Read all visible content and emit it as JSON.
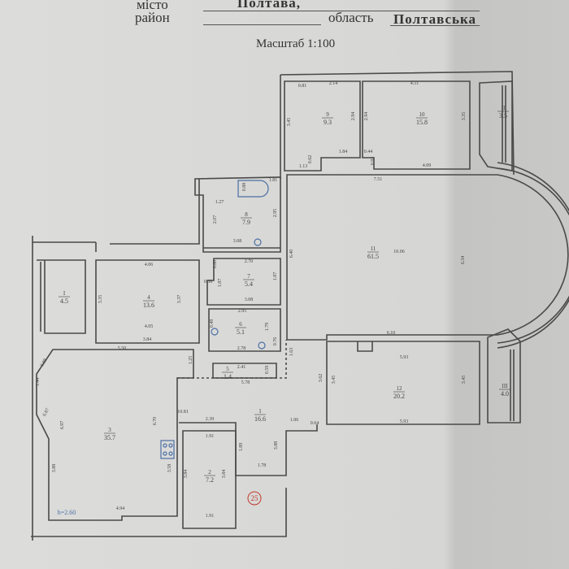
{
  "header": {
    "city_label": "місто",
    "city_value": "Полтава,",
    "district_label": "район",
    "district_value": "",
    "region_label": "область",
    "region_value": "Полтавська",
    "scale": "Масштаб 1:100"
  },
  "rooms": [
    {
      "num": "9",
      "area": "9.3"
    },
    {
      "num": "10",
      "area": "15.8"
    },
    {
      "num": "II",
      "area": "3.5"
    },
    {
      "num": "8",
      "area": "7.9"
    },
    {
      "num": "7",
      "area": "5.4"
    },
    {
      "num": "6",
      "area": "5.1"
    },
    {
      "num": "5",
      "area": "1.4"
    },
    {
      "num": "4",
      "area": "13.6"
    },
    {
      "num": "I",
      "area": "4.5"
    },
    {
      "num": "3",
      "area": "35.7"
    },
    {
      "num": "2",
      "area": "7.2"
    },
    {
      "num": "1",
      "area": "16.6"
    },
    {
      "num": "11",
      "area": "61.5"
    },
    {
      "num": "12",
      "area": "20.2"
    },
    {
      "num": "III",
      "area": "4.0"
    }
  ],
  "dimensions": [
    "0.81",
    "2.14",
    "4.51",
    "3.45",
    "2.94",
    "2.94",
    "3.35",
    "1.84",
    "0.44",
    "0.62",
    "1.13",
    "0.93",
    "4.09",
    "7.51",
    "0.88",
    "1.81",
    "1.27",
    "2.07",
    "2.95",
    "3.08",
    "6.40",
    "0.80",
    "2.70",
    "1.87",
    "0.38",
    "1.87",
    "3.08",
    "2.95",
    "1.79",
    "0.49",
    "0.76",
    "2.78",
    "1.63",
    "2.41",
    "0.59",
    "1.25",
    "5.78",
    "4.06",
    "3.35",
    "3.37",
    "4.05",
    "3.84",
    "5.50",
    "0.88",
    "1.44",
    "6.87",
    "6.97",
    "6.70",
    "10.81",
    "3.88",
    "3.58",
    "4.94",
    "h=2.60",
    "2.39",
    "1.91",
    "3.84",
    "3.84",
    "1.91",
    "1.89",
    "3.88",
    "1.06",
    "0.64",
    "1.78",
    "3.62",
    "10.06",
    "6.34",
    "6.10",
    "5.93",
    "3.45",
    "3.45",
    "5.93"
  ],
  "stamp": "25",
  "colors": {
    "paper": "#dcdcda",
    "shadow": "#c6c6c4",
    "line": "#4a4a4a",
    "fixture": "#4a6fa5",
    "stamp": "#c0392b"
  }
}
